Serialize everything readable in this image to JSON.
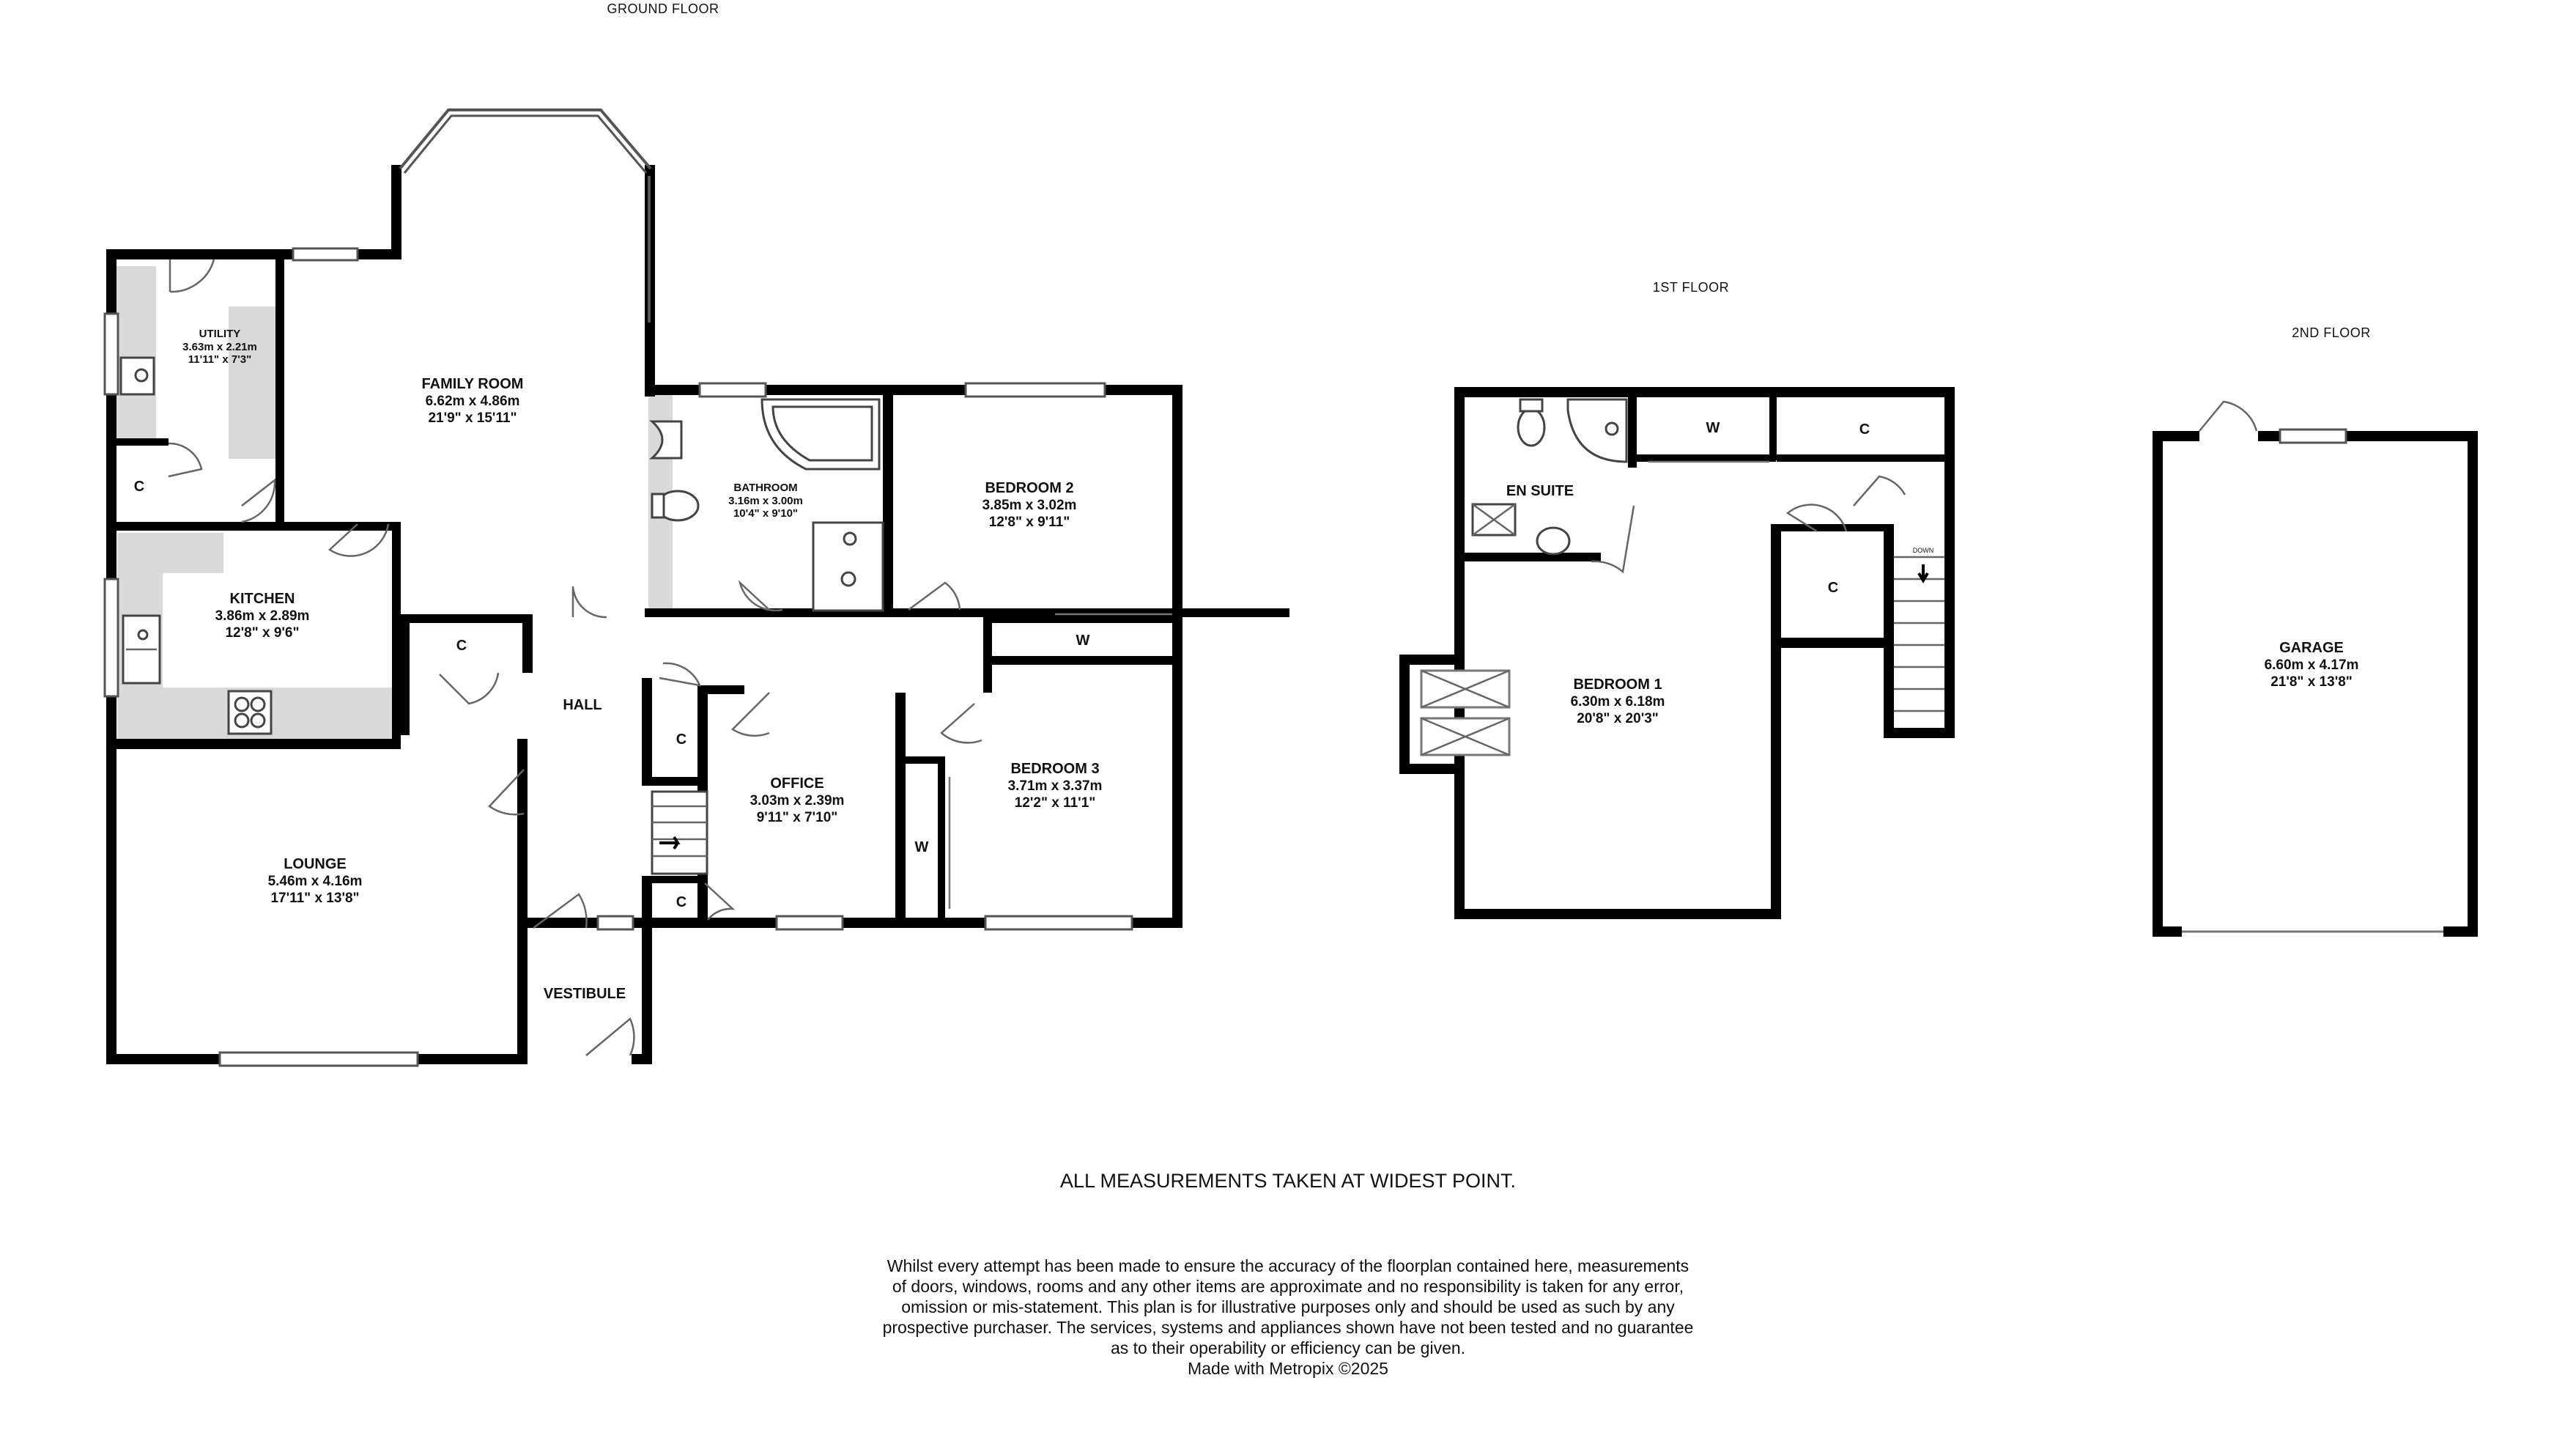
{
  "floors": {
    "ground": "GROUND FLOOR",
    "first": "1ST FLOOR",
    "second": "2ND FLOOR"
  },
  "rooms": {
    "utility": {
      "name": "UTILITY",
      "metric": "3.63m  x 2.21m",
      "imperial": "11'11\"  x 7'3\""
    },
    "family": {
      "name": "FAMILY ROOM",
      "metric": "6.62m  x 4.86m",
      "imperial": "21'9\"  x 15'11\""
    },
    "bathroom": {
      "name": "BATHROOM",
      "metric": "3.16m  x 3.00m",
      "imperial": "10'4\"  x 9'10\""
    },
    "bedroom2": {
      "name": "BEDROOM 2",
      "metric": "3.85m  x 3.02m",
      "imperial": "12'8\"  x 9'11\""
    },
    "kitchen": {
      "name": "KITCHEN",
      "metric": "3.86m  x 2.89m",
      "imperial": "12'8\"  x 9'6\""
    },
    "hall": {
      "name": "HALL"
    },
    "office": {
      "name": "OFFICE",
      "metric": "3.03m  x 2.39m",
      "imperial": "9'11\"  x 7'10\""
    },
    "bedroom3": {
      "name": "BEDROOM 3",
      "metric": "3.71m  x 3.37m",
      "imperial": "12'2\"  x 11'1\""
    },
    "lounge": {
      "name": "LOUNGE",
      "metric": "5.46m  x 4.16m",
      "imperial": "17'11\"  x 13'8\""
    },
    "vestibule": {
      "name": "VESTIBULE"
    },
    "ensuite": {
      "name": "EN SUITE"
    },
    "bedroom1": {
      "name": "BEDROOM 1",
      "metric": "6.30m  x 6.18m",
      "imperial": "20'8\"  x 20'3\""
    },
    "garage": {
      "name": "GARAGE",
      "metric": "6.60m  x 4.17m",
      "imperial": "21'8\"  x 13'8\""
    }
  },
  "small_labels": {
    "cupboard": "C",
    "wardrobe": "W",
    "stair_down": "DOWN"
  },
  "note": "ALL MEASUREMENTS TAKEN AT WIDEST POINT.",
  "disclaimer": [
    "Whilst every attempt has been made to ensure the accuracy of the floorplan contained here, measurements",
    "of doors, windows, rooms and any other items are approximate and no responsibility is taken for any error,",
    "omission or mis-statement. This plan is for illustrative purposes only and should be used as such by any",
    "prospective purchaser. The services, systems and appliances shown have not been tested and no guarantee",
    "as to their operability or efficiency can be given.",
    "Made with Metropix ©2025"
  ]
}
